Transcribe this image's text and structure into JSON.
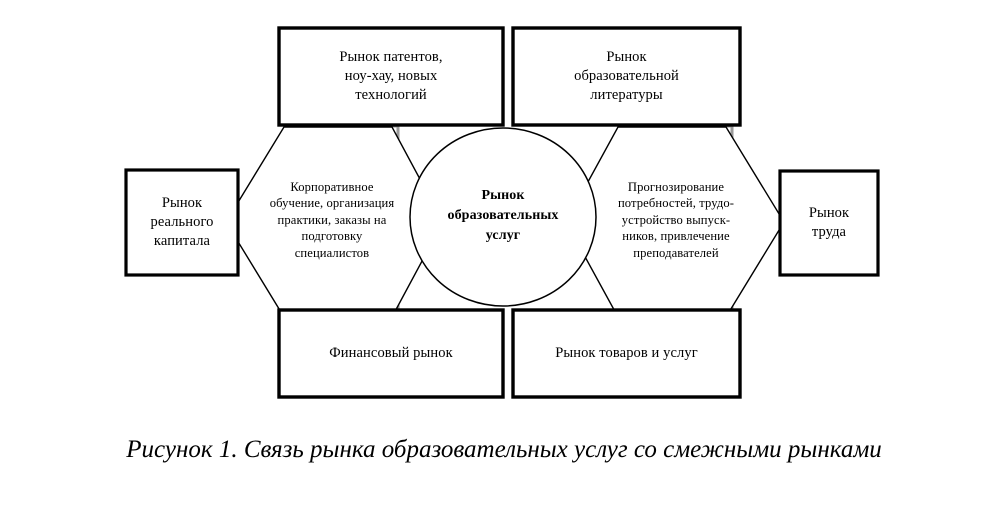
{
  "figure": {
    "caption": "Рисунок 1. Связь рынка образовательных услуг со смежными рынками"
  },
  "colors": {
    "stroke": "#000000",
    "connector_stroke": "#9a9a9a",
    "fill": "#ffffff",
    "text": "#000000"
  },
  "core": {
    "label": "Рынок\nобразовательных\nуслуг"
  },
  "boxes": {
    "top_left": {
      "label": "Рынок патентов,\nноу-хау, новых\nтехнологий"
    },
    "top_right": {
      "label": "Рынок\nобразовательной\nлитературы"
    },
    "left": {
      "label": "Рынок\nреального\nкапитала"
    },
    "right": {
      "label": "Рынок\nтруда"
    },
    "bottom_left": {
      "label": "Финансовый рынок"
    },
    "bottom_right": {
      "label": "Рынок товаров и услуг"
    }
  },
  "hexagons": {
    "left": {
      "label": "Корпоративное\nобучение, организация\nпрактики, заказы на\nподготовку\nспециалистов"
    },
    "right": {
      "label": "Прогнозирование\nпотребностей, трудо-\nустройство выпуск-\nников, привлечение\nпреподавателей"
    }
  }
}
